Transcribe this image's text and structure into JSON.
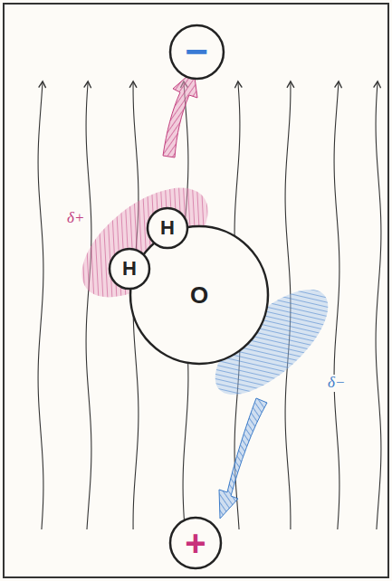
{
  "diagram": {
    "nodes": [
      {
        "text": [
          "−"
        ]
      },
      {
        "text": [
          "H"
        ]
      },
      {
        "text": [
          "H"
        ]
      },
      {
        "text": [
          "O"
        ]
      },
      {
        "text": [
          "+"
        ]
      }
    ],
    "labels": [
      "δ+",
      "δ−"
    ]
  }
}
